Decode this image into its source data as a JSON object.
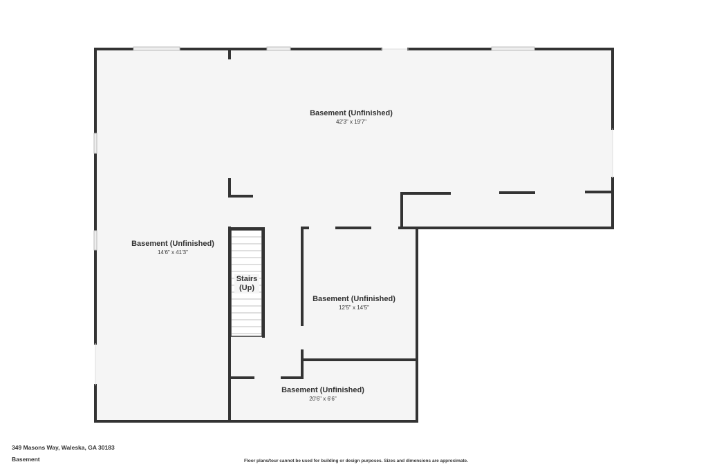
{
  "rooms": {
    "top": {
      "name": "Basement (Unfinished)",
      "dims": "42'3\" x 19'7\""
    },
    "left": {
      "name": "Basement (Unfinished)",
      "dims": "14'6\" x 41'3\""
    },
    "middle": {
      "name": "Basement (Unfinished)",
      "dims": "12'5\" x 14'5\""
    },
    "bottom": {
      "name": "Basement (Unfinished)",
      "dims": "20'6\" x 6'6\""
    }
  },
  "stairs": {
    "line1": "Stairs",
    "line2": "(Up)"
  },
  "footer": {
    "address": "349 Masons Way, Waleska, GA 30183",
    "floor": "Basement",
    "disclaimer": "Floor plans/tour cannot be used for building or design purposes. Sizes and dimensions are approximate."
  },
  "colors": {
    "wall": "#333333",
    "floor": "#f5f5f5",
    "window": "#cccccc"
  }
}
